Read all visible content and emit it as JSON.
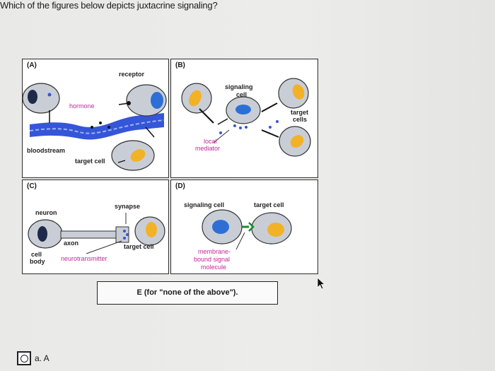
{
  "question": "Which of the figures below depicts juxtacrine signaling?",
  "panels": {
    "a": {
      "label": "(A)",
      "receptor": "receptor",
      "hormone": "hormone",
      "bloodstream": "bloodstream",
      "target_cell": "target cell"
    },
    "b": {
      "label": "(B)",
      "signaling_cell_1": "signaling",
      "signaling_cell_2": "cell",
      "target_cells_1": "target",
      "target_cells_2": "cells",
      "local_mediator_1": "local",
      "local_mediator_2": "mediator"
    },
    "c": {
      "label": "(C)",
      "synapse": "synapse",
      "neuron": "neuron",
      "axon": "axon",
      "target_cell": "target cell",
      "cell_body_1": "cell",
      "cell_body_2": "body",
      "neurotransmitter": "neurotransmitter"
    },
    "d": {
      "label": "(D)",
      "signaling_cell": "signaling cell",
      "target_cell": "target cell",
      "membrane_1": "membrane-",
      "membrane_2": "bound signal",
      "membrane_3": "molecule"
    }
  },
  "option_e": "E (for \"none of the above\").",
  "answer": {
    "label": "a. A",
    "selected": false
  },
  "colors": {
    "cell_fill": "#c9ced6",
    "nucleus_blue": "#2e6fd6",
    "nucleus_orange": "#f2b227",
    "vessel_blue": "#3556d8",
    "dark_navy": "#1d2a4a",
    "pink_label": "#c2289a",
    "blue_label": "#3b5bd6"
  }
}
